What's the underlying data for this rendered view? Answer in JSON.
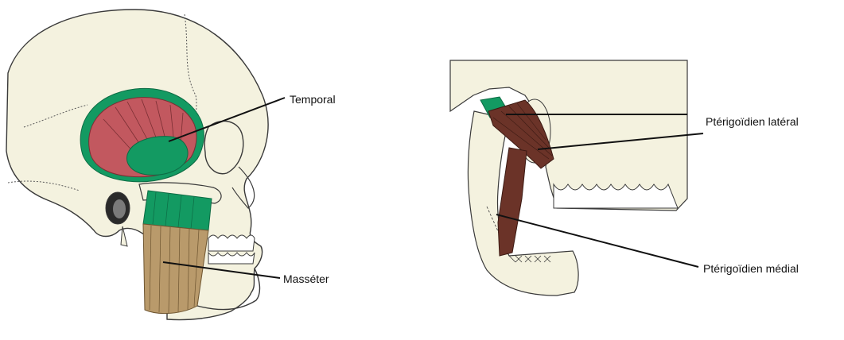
{
  "labels": {
    "temporal": "Temporal",
    "masseter": "Masséter",
    "pterygoid_lateral": "Ptérigoïdien latéral",
    "pterygoid_medial": "Ptérigoïdien médial"
  },
  "colors": {
    "bone": "#f4f2df",
    "outline": "#3a3a3a",
    "temporal_muscle": "#c2585f",
    "tendon_green": "#139a62",
    "masseter_muscle": "#b99a6b",
    "pterygoid_muscle": "#6b3328",
    "leader_line": "#111111"
  },
  "icons": {
    "left_figure": "skull-lateral-view-icon",
    "right_figure": "mandible-pterygoid-view-icon"
  }
}
